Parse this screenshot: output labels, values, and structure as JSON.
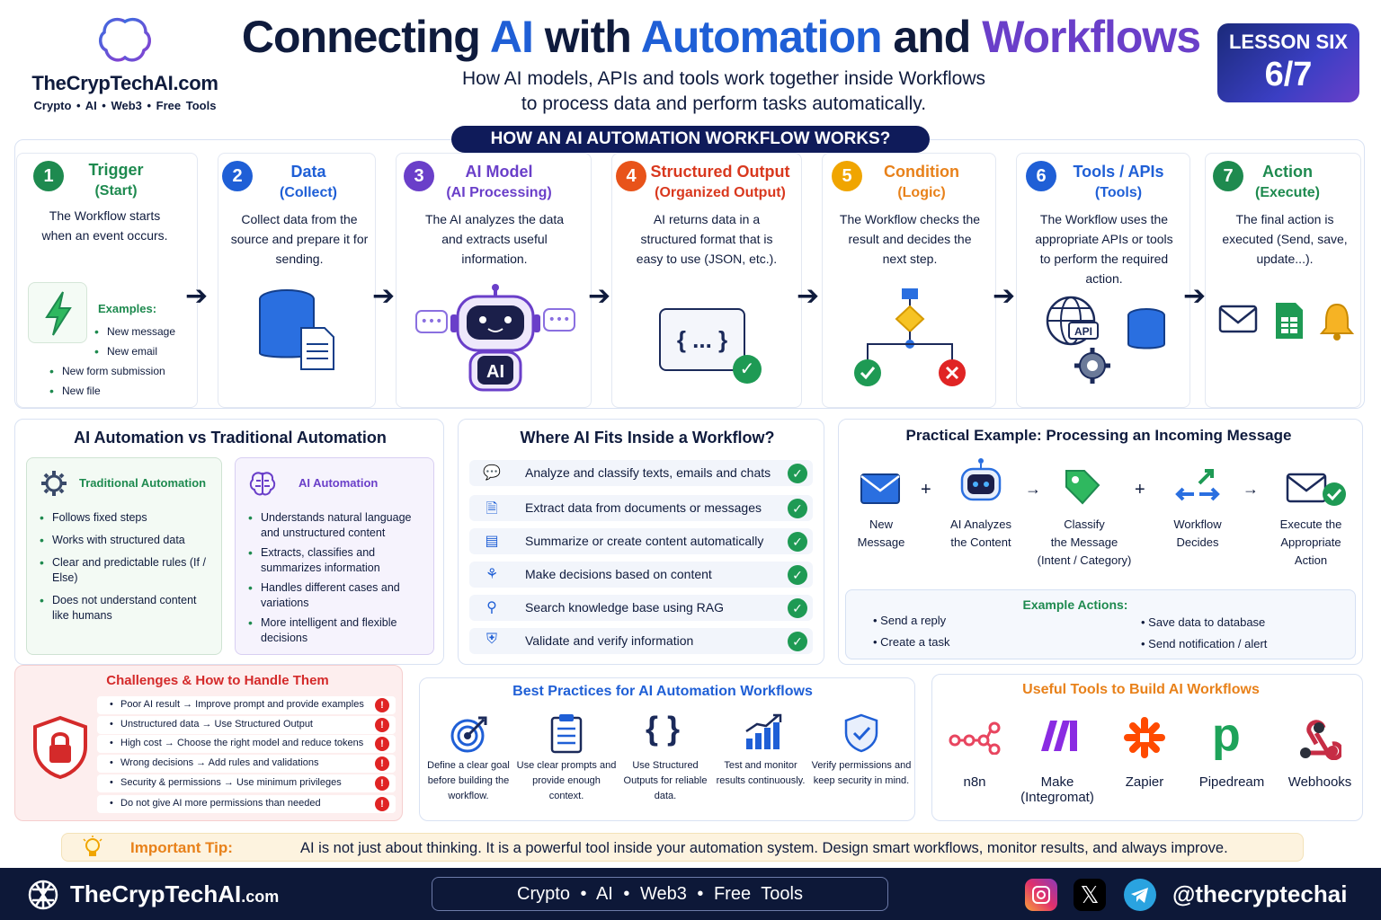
{
  "brand": {
    "name": "TheCrypTechAI.com",
    "tags": "Crypto  •  AI  •  Web3  •  Free Tools",
    "logo_icon": "brain-circuit-icon"
  },
  "title": {
    "part1": "Connecting ",
    "ai": "AI",
    "part2": " with ",
    "automation": "Automation",
    "part3": " and ",
    "workflows": "Workflows"
  },
  "subtitle": {
    "line1": "How AI models, APIs and tools work together inside Workflows",
    "line2": "to process data and perform tasks automatically."
  },
  "lesson": {
    "label": "LESSON SIX",
    "progress": "6/7"
  },
  "how_bar": "HOW AN AI AUTOMATION WORKFLOW WORKS?",
  "steps": [
    {
      "num": "1",
      "title": "Trigger",
      "sub": "(Start)",
      "desc": "The Workflow starts when an event occurs.",
      "color": "#1e8a4f",
      "examples_label": "Examples:",
      "examples": [
        "New message",
        "New email",
        "New form submission",
        "New file"
      ]
    },
    {
      "num": "2",
      "title": "Data",
      "sub": "(Collect)",
      "desc": "Collect data from the source and prepare it for sending.",
      "color": "#1f5fd6"
    },
    {
      "num": "3",
      "title": "AI Model",
      "sub": "(AI Processing)",
      "desc": "The AI analyzes the data and extracts useful information.",
      "color": "#6a3fc9",
      "badge": "AI"
    },
    {
      "num": "4",
      "title": "Structured Output",
      "sub": "(Organized Output)",
      "desc": "AI returns data in a structured format that is easy to use (JSON, etc.).",
      "color": "#e8531a",
      "code": "{ ... }"
    },
    {
      "num": "5",
      "title": "Condition",
      "sub": "(Logic)",
      "desc": "The Workflow checks the result and decides the next step.",
      "color": "#f0a500"
    },
    {
      "num": "6",
      "title": "Tools / APIs",
      "sub": "(Tools)",
      "desc": "The Workflow uses the appropriate APIs or tools to perform the required action.",
      "color": "#1f5fd6",
      "api": "API"
    },
    {
      "num": "7",
      "title": "Action",
      "sub": "(Execute)",
      "desc": "The final action is executed (Send, save, update...).",
      "color": "#1e8a4f"
    }
  ],
  "compare": {
    "title": "AI Automation vs Traditional Automation",
    "traditional": {
      "title": "Traditional Automation",
      "items": [
        "Follows fixed steps",
        "Works with structured data",
        "Clear and predictable rules (If / Else)",
        "Does not understand content like humans"
      ]
    },
    "ai": {
      "title": "AI Automation",
      "items": [
        "Understands natural language and unstructured content",
        "Extracts, classifies and summarizes information",
        "Handles different cases and variations",
        "More intelligent and flexible decisions"
      ]
    }
  },
  "where": {
    "title": "Where AI Fits Inside a Workflow?",
    "rows": [
      {
        "text": "Analyze and classify texts, emails and chats",
        "icon": "chat-icon"
      },
      {
        "text": "Extract data from documents or messages",
        "icon": "document-icon"
      },
      {
        "text": "Summarize or create content automatically",
        "icon": "summary-icon"
      },
      {
        "text": "Make decisions based on content",
        "icon": "decision-tree-icon"
      },
      {
        "text": "Search knowledge base using RAG",
        "icon": "search-icon"
      },
      {
        "text": "Validate and verify information",
        "icon": "shield-check-icon"
      }
    ]
  },
  "practical": {
    "title": "Practical Example: Processing an Incoming Message",
    "steps": [
      {
        "l1": "New",
        "l2": "Message",
        "l3": ""
      },
      {
        "l1": "AI Analyzes",
        "l2": "the Content",
        "l3": ""
      },
      {
        "l1": "Classify",
        "l2": "the Message",
        "l3": "(Intent / Category)"
      },
      {
        "l1": "Workflow",
        "l2": "Decides",
        "l3": ""
      },
      {
        "l1": "Execute the",
        "l2": "Appropriate",
        "l3": "Action"
      }
    ],
    "actions_title": "Example Actions:",
    "actions": [
      "Send a reply",
      "Create a task",
      "Save data to database",
      "Send notification / alert"
    ]
  },
  "challenges": {
    "title": "Challenges & How to Handle Them",
    "items": [
      "Poor AI result → Improve prompt and provide examples",
      "Unstructured data → Use Structured Output",
      "High cost → Choose the right model and reduce tokens",
      "Wrong decisions → Add rules and validations",
      "Security & permissions → Use minimum privileges",
      "Do not give AI more permissions than needed"
    ]
  },
  "best": {
    "title": "Best Practices for AI Automation Workflows",
    "items": [
      {
        "text": "Define a clear goal before building the workflow.",
        "icon": "target-icon"
      },
      {
        "text": "Use clear prompts and provide enough context.",
        "icon": "clipboard-icon"
      },
      {
        "text": "Use Structured Outputs for reliable data.",
        "icon": "braces-icon"
      },
      {
        "text": "Test and monitor results continuously.",
        "icon": "chart-up-icon"
      },
      {
        "text": "Verify permissions and keep security in mind.",
        "icon": "shield-check-icon"
      }
    ]
  },
  "tools": {
    "title": "Useful Tools to Build AI Workflows",
    "items": [
      {
        "name": "n8n",
        "sub": ""
      },
      {
        "name": "Make",
        "sub": "(Integromat)"
      },
      {
        "name": "Zapier",
        "sub": ""
      },
      {
        "name": "Pipedream",
        "sub": ""
      },
      {
        "name": "Webhooks",
        "sub": ""
      }
    ]
  },
  "tip": {
    "label": "Important Tip:",
    "text": "AI is not just about thinking. It is a powerful tool inside your automation system. Design smart workflows, monitor results, and always improve."
  },
  "footer": {
    "name": "TheCrypTechAI",
    "domain": ".com",
    "pill": "Crypto   •   AI   •   Web3   •   Free Tools",
    "handle": "@thecryptechai"
  },
  "colors": {
    "navy": "#0f1b5a",
    "blue": "#1f5fd6",
    "purple": "#6a3fc9",
    "green": "#1e8a4f",
    "orange": "#e8811a",
    "red": "#e02424"
  }
}
